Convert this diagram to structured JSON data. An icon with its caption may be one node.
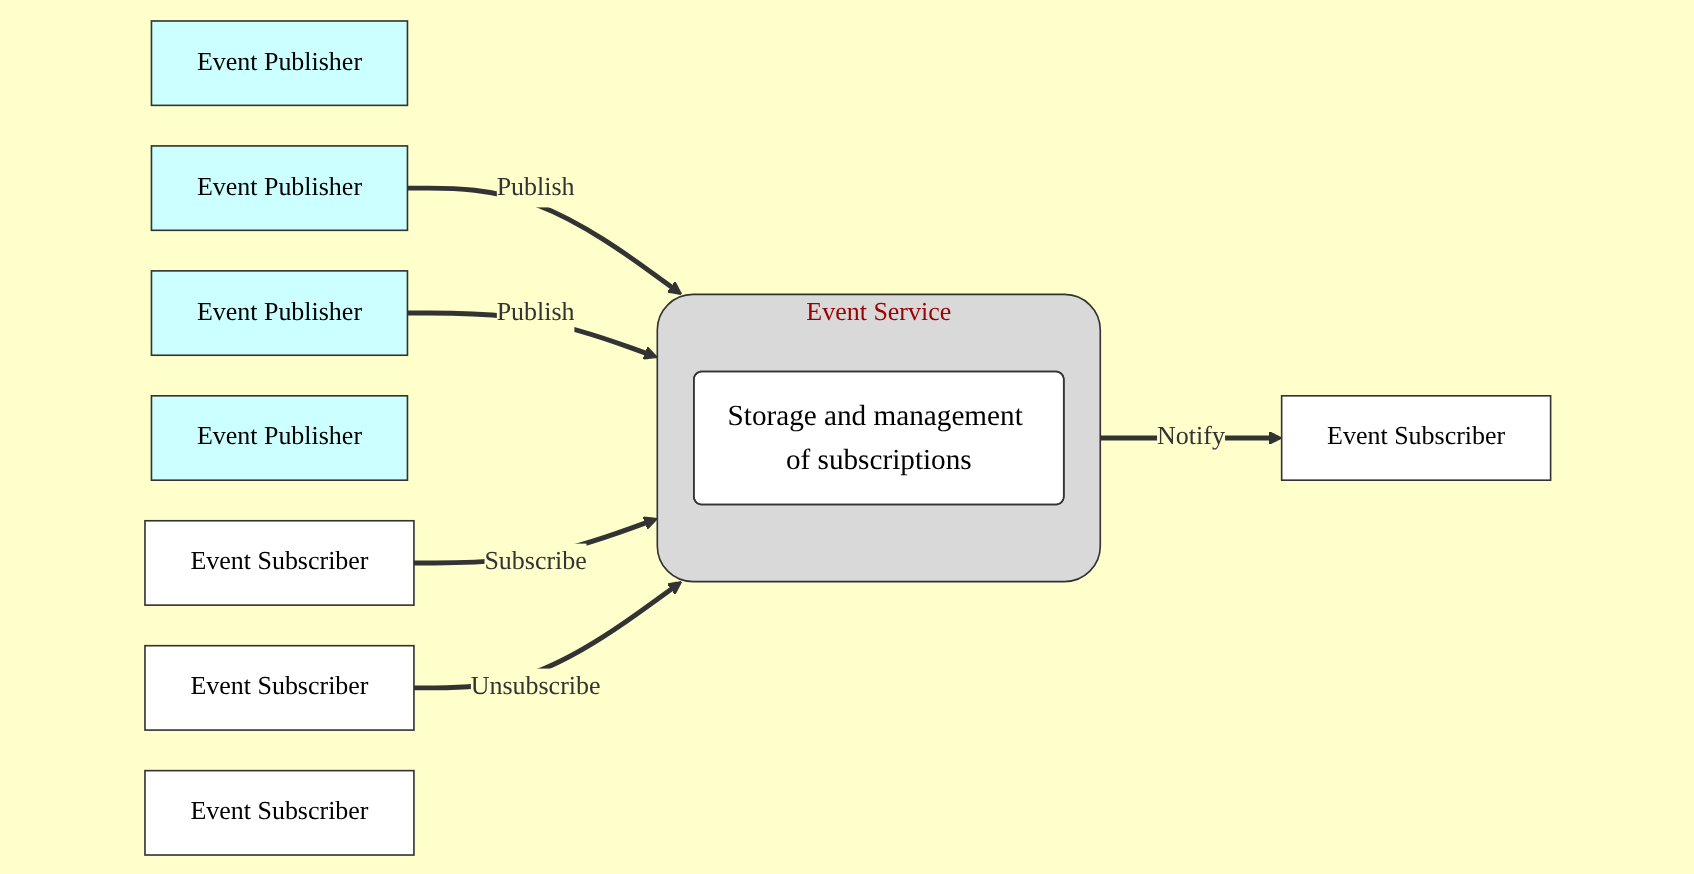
{
  "diagram": {
    "nodes": [
      {
        "text": [
          "Event Publisher"
        ]
      },
      {
        "text": [
          "Event Publisher"
        ]
      },
      {
        "text": [
          "Event Publisher"
        ]
      },
      {
        "text": [
          "Event Publisher"
        ]
      },
      {
        "text": [
          "Event Service"
        ]
      },
      {
        "text": [
          "Storage and management of subscriptions"
        ],
        "in": 4
      },
      {
        "text": [
          "Event Subscriber"
        ]
      },
      {
        "text": [
          "Event Subscriber"
        ]
      },
      {
        "text": [
          "Event Subscriber"
        ]
      },
      {
        "text": [
          "Event Subscriber"
        ]
      }
    ],
    "edges": [
      {
        "from": 1,
        "to": 4,
        "arrow": "to",
        "label": "Publish"
      },
      {
        "from": 2,
        "to": 4,
        "arrow": "to",
        "label": "Publish"
      },
      {
        "from": 6,
        "to": 4,
        "arrow": "to",
        "label": "Subscribe"
      },
      {
        "from": 7,
        "to": 4,
        "arrow": "to",
        "label": "Unsubscribe"
      },
      {
        "from": 4,
        "to": 9,
        "arrow": "to",
        "label": "Notify"
      }
    ]
  }
}
